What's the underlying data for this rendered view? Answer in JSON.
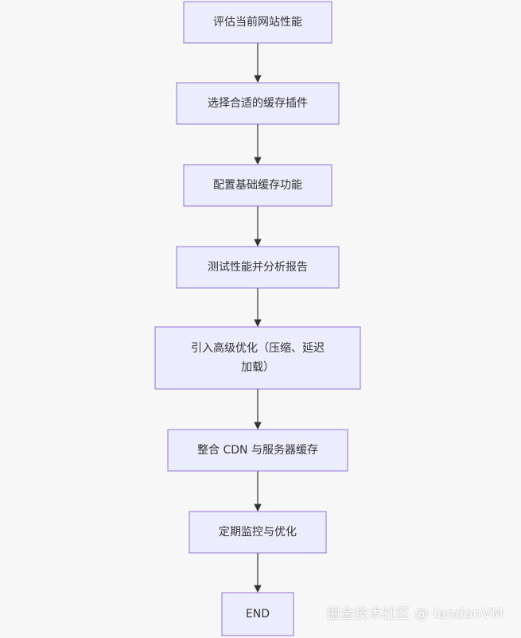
{
  "colors": {
    "node_fill": "#ECECFF",
    "node_stroke": "#9370DB",
    "edge": "#333333",
    "text": "#333333",
    "background": "#F7F7F7"
  },
  "nodes": [
    {
      "id": "n1",
      "lines": [
        "评估当前网站性能"
      ]
    },
    {
      "id": "n2",
      "lines": [
        "选择合适的缓存插件"
      ]
    },
    {
      "id": "n3",
      "lines": [
        "配置基础缓存功能"
      ]
    },
    {
      "id": "n4",
      "lines": [
        "测试性能并分析报告"
      ]
    },
    {
      "id": "n5",
      "lines": [
        "引入高级优化（压缩、延迟",
        "加载）"
      ]
    },
    {
      "id": "n6",
      "lines": [
        "整合 CDN 与服务器缓存"
      ]
    },
    {
      "id": "n7",
      "lines": [
        "定期监控与优化"
      ]
    },
    {
      "id": "n8",
      "lines": [
        "END"
      ]
    }
  ],
  "edges": [
    {
      "from": "n1",
      "to": "n2"
    },
    {
      "from": "n2",
      "to": "n3"
    },
    {
      "from": "n3",
      "to": "n4"
    },
    {
      "from": "n4",
      "to": "n5"
    },
    {
      "from": "n5",
      "to": "n6"
    },
    {
      "from": "n6",
      "to": "n7"
    },
    {
      "from": "n7",
      "to": "n8"
    }
  ],
  "watermark": "掘金技术社区 @ landonVM"
}
